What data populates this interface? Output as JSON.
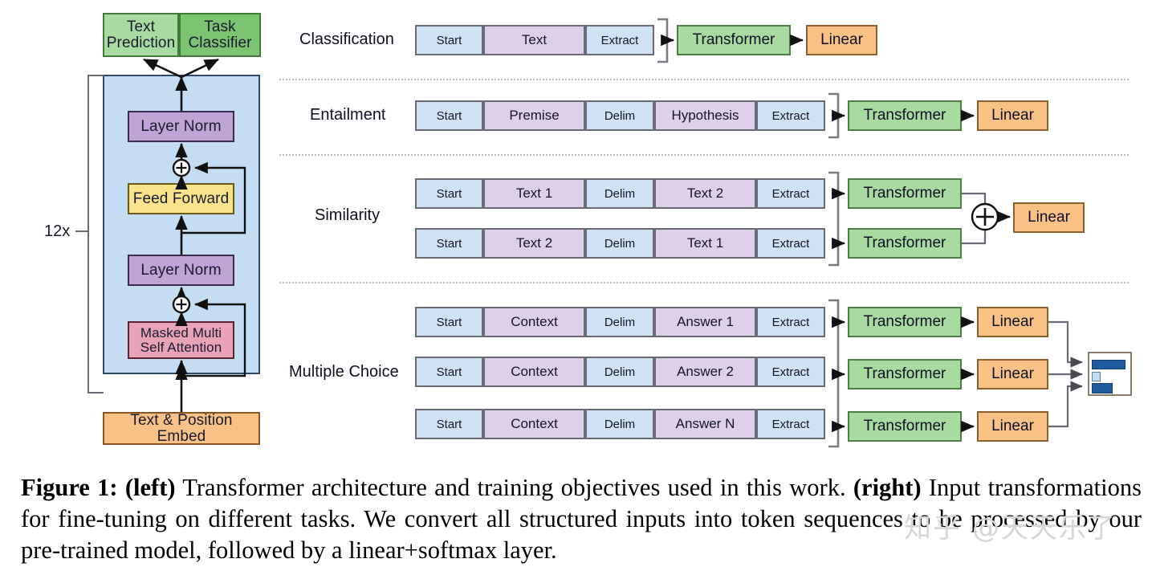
{
  "figure": {
    "caption_prefix": "Figure 1:",
    "caption_left_tag": "(left)",
    "caption_part1": " Transformer architecture and training objectives used in this work. ",
    "caption_right_tag": "(right)",
    "caption_part2": " Input transformations for fine-tuning on different tasks. We convert all structured inputs into token sequences to be processed by our pre-trained model, followed by a linear+softmax layer.",
    "watermark": "知乎 @天天乐了"
  },
  "left_diagram": {
    "heads": [
      {
        "label": "Text\nPrediction",
        "color": "#a8dba0"
      },
      {
        "label": "Task\nClassifier",
        "color": "#7cc472"
      }
    ],
    "repeat_label": "12x",
    "blocks": [
      {
        "name": "layer-norm-top",
        "label": "Layer Norm",
        "color": "#c0a4d6"
      },
      {
        "name": "feed-forward",
        "label": "Feed Forward",
        "color": "#fbe38b"
      },
      {
        "name": "layer-norm-bottom",
        "label": "Layer Norm",
        "color": "#c0a4d6"
      },
      {
        "name": "masked-multi-self-attention",
        "label": "Masked Multi\nSelf Attention",
        "color": "#e8a3b8"
      }
    ],
    "embed": {
      "label": "Text & Position Embed",
      "color": "#f8c186"
    },
    "residual_symbol": "+",
    "panel_color": "#c5ddf2"
  },
  "right_diagram": {
    "transformer_label": "Transformer",
    "linear_label": "Linear",
    "plus_symbol": "+",
    "tasks": [
      {
        "name": "classification",
        "label": "Classification",
        "sequences": [
          {
            "tokens": [
              {
                "text": "Start",
                "type": "special"
              },
              {
                "text": "Text",
                "type": "content"
              },
              {
                "text": "Extract",
                "type": "special"
              }
            ]
          }
        ],
        "heads": [
          "Transformer",
          "Linear"
        ]
      },
      {
        "name": "entailment",
        "label": "Entailment",
        "sequences": [
          {
            "tokens": [
              {
                "text": "Start",
                "type": "special"
              },
              {
                "text": "Premise",
                "type": "content"
              },
              {
                "text": "Delim",
                "type": "special"
              },
              {
                "text": "Hypothesis",
                "type": "content"
              },
              {
                "text": "Extract",
                "type": "special"
              }
            ]
          }
        ],
        "heads": [
          "Transformer",
          "Linear"
        ]
      },
      {
        "name": "similarity",
        "label": "Similarity",
        "sequences": [
          {
            "tokens": [
              {
                "text": "Start",
                "type": "special"
              },
              {
                "text": "Text 1",
                "type": "content"
              },
              {
                "text": "Delim",
                "type": "special"
              },
              {
                "text": "Text 2",
                "type": "content"
              },
              {
                "text": "Extract",
                "type": "special"
              }
            ]
          },
          {
            "tokens": [
              {
                "text": "Start",
                "type": "special"
              },
              {
                "text": "Text 2",
                "type": "content"
              },
              {
                "text": "Delim",
                "type": "special"
              },
              {
                "text": "Text 1",
                "type": "content"
              },
              {
                "text": "Extract",
                "type": "special"
              }
            ]
          }
        ],
        "heads": [
          "Transformer",
          "Transformer",
          "Linear"
        ]
      },
      {
        "name": "multiple-choice",
        "label": "Multiple Choice",
        "sequences": [
          {
            "tokens": [
              {
                "text": "Start",
                "type": "special"
              },
              {
                "text": "Context",
                "type": "content"
              },
              {
                "text": "Delim",
                "type": "special"
              },
              {
                "text": "Answer 1",
                "type": "content"
              },
              {
                "text": "Extract",
                "type": "special"
              }
            ]
          },
          {
            "tokens": [
              {
                "text": "Start",
                "type": "special"
              },
              {
                "text": "Context",
                "type": "content"
              },
              {
                "text": "Delim",
                "type": "special"
              },
              {
                "text": "Answer 2",
                "type": "content"
              },
              {
                "text": "Extract",
                "type": "special"
              }
            ]
          },
          {
            "tokens": [
              {
                "text": "Start",
                "type": "special"
              },
              {
                "text": "Context",
                "type": "content"
              },
              {
                "text": "Delim",
                "type": "special"
              },
              {
                "text": "Answer N",
                "type": "content"
              },
              {
                "text": "Extract",
                "type": "special"
              }
            ]
          }
        ],
        "heads": [
          "Transformer",
          "Linear"
        ],
        "softmax_bars": [
          0.85,
          0.15,
          0.45
        ]
      }
    ],
    "colors": {
      "special_token": "#cfe2f3",
      "content_token": "#ded0ea",
      "transformer": "#a8dba0",
      "linear": "#f8c186",
      "softmax_bar": "#1f5c9e"
    }
  }
}
